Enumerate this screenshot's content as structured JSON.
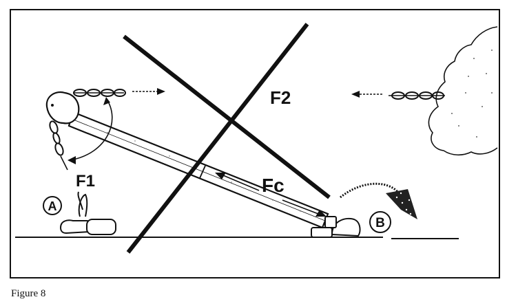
{
  "diagram": {
    "labels": {
      "f1": "F1",
      "f2": "F2",
      "fc": "Fc",
      "point_a": "A",
      "point_b": "B"
    },
    "colors": {
      "ink": "#111111",
      "paper": "#ffffff"
    }
  },
  "caption": "Figure 8"
}
